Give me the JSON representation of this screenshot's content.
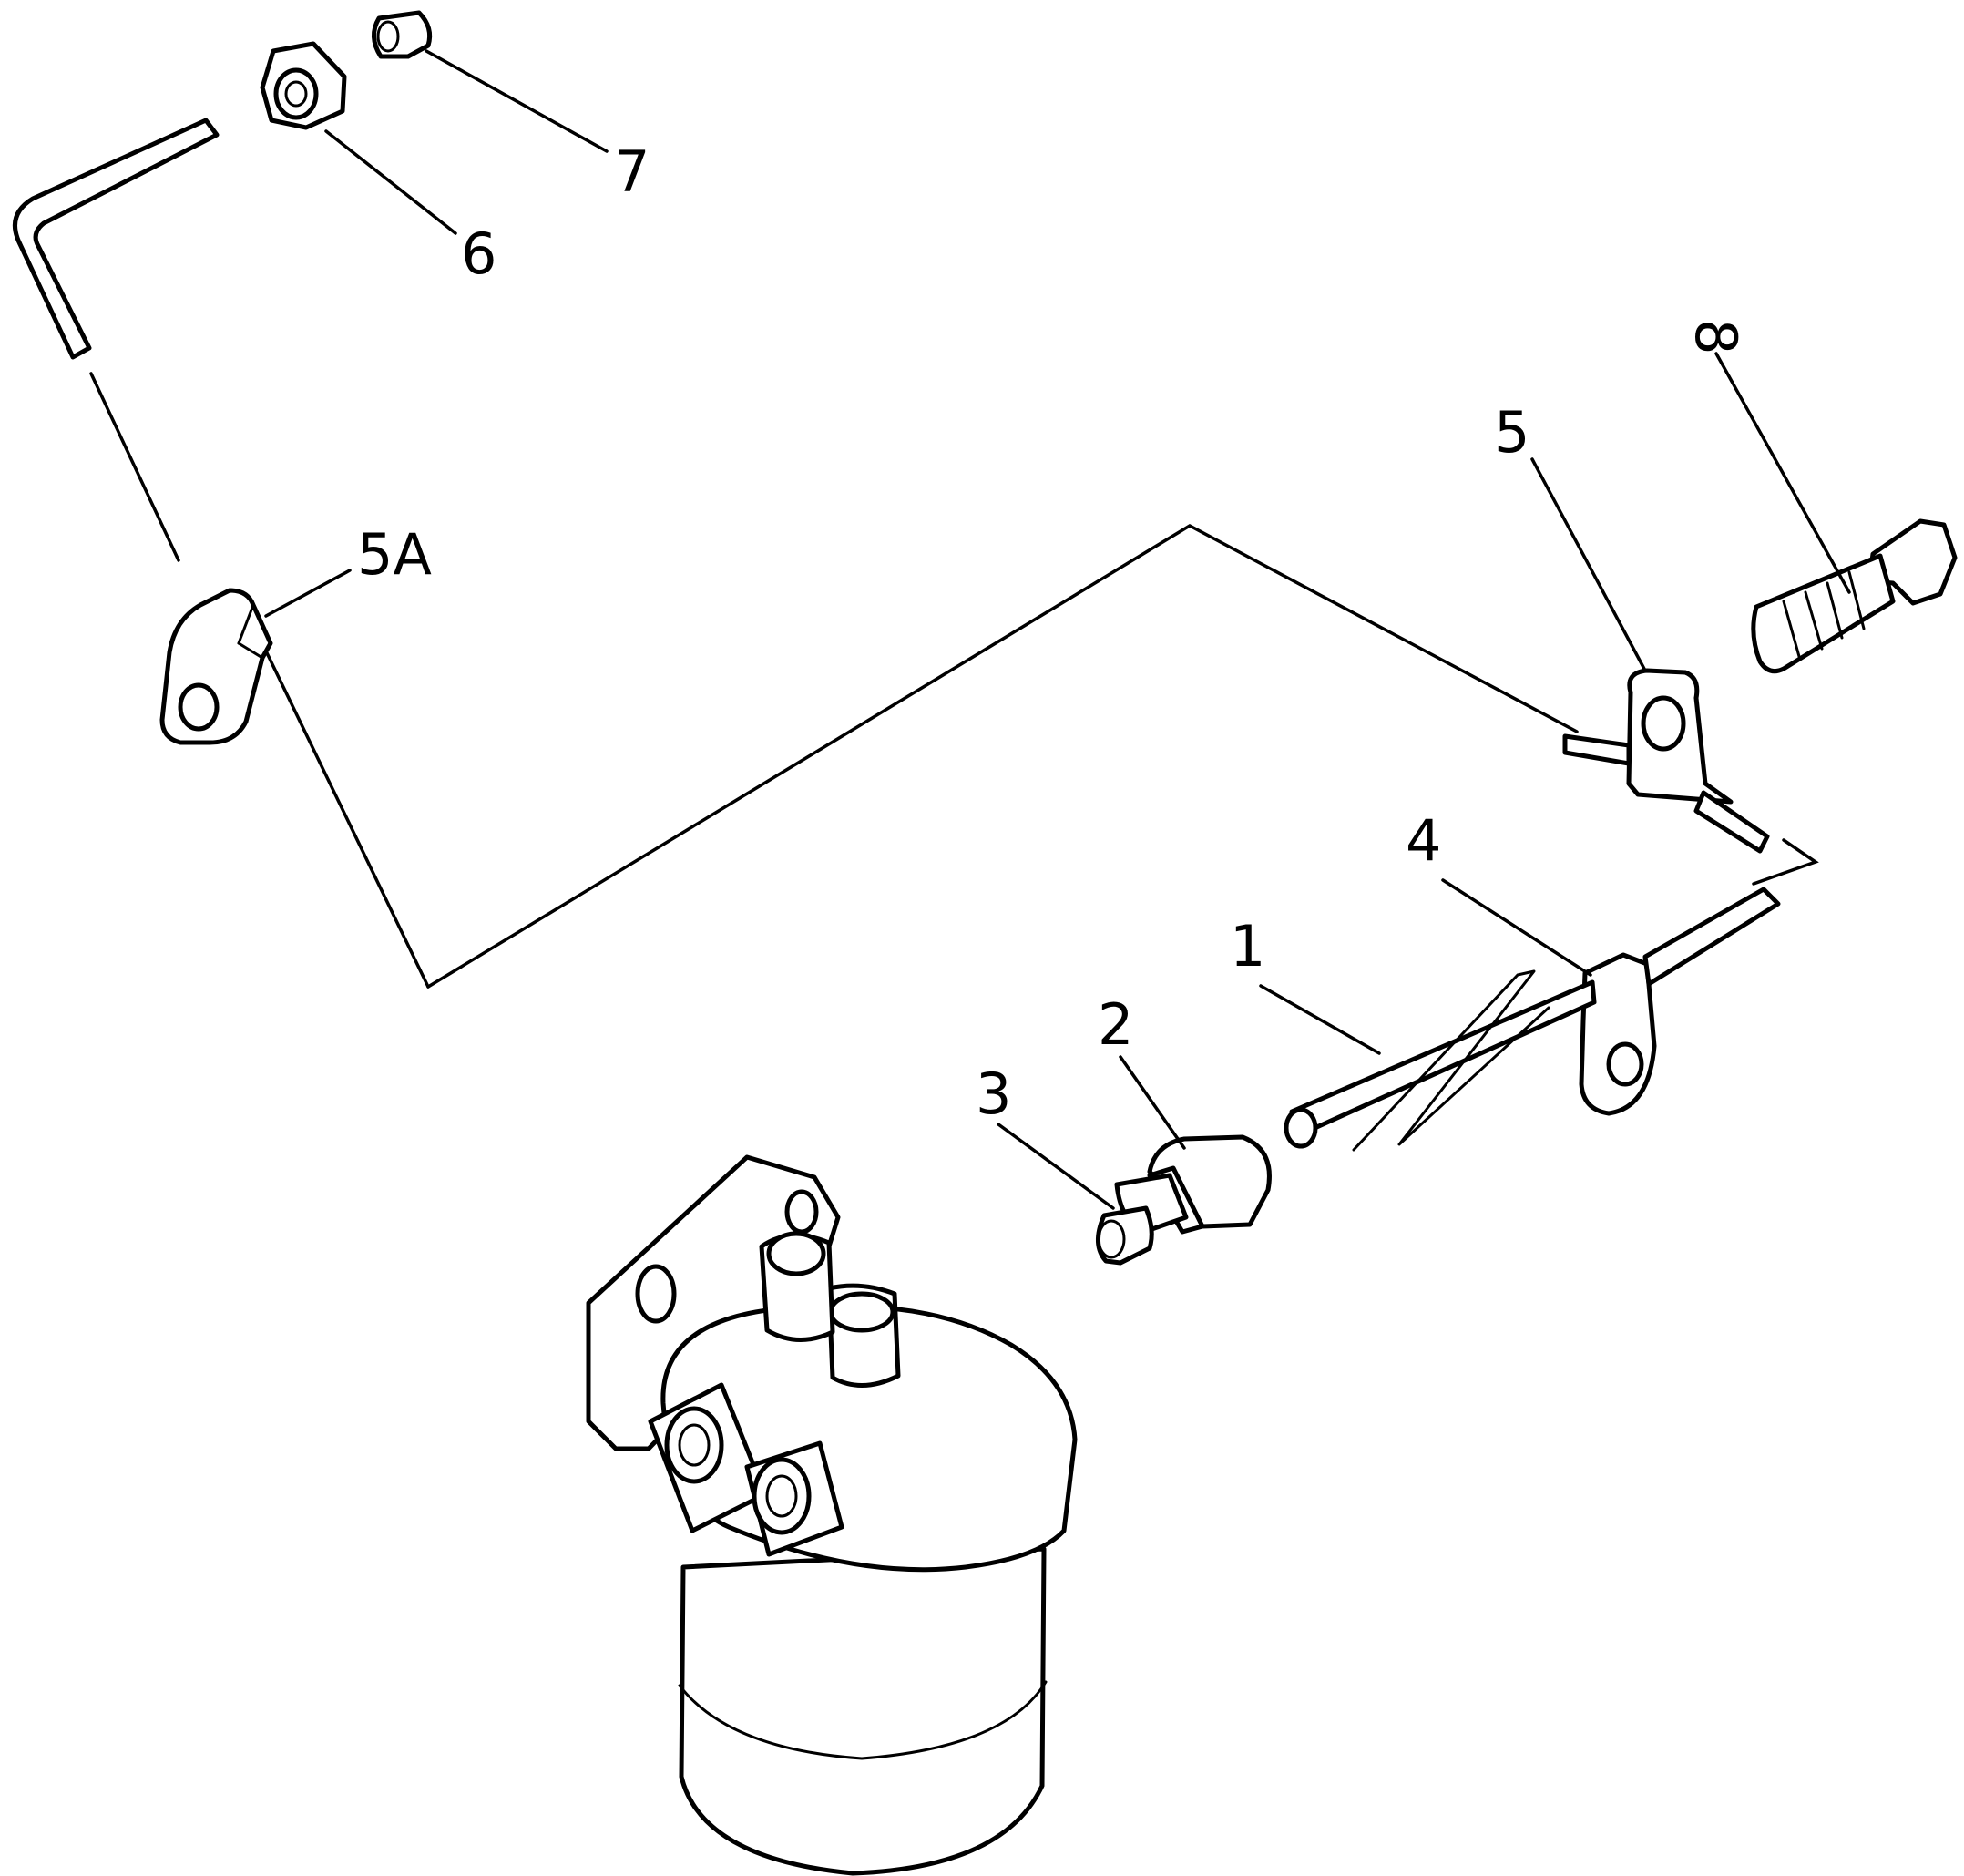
{
  "callouts": {
    "c1": "1",
    "c2": "2",
    "c3": "3",
    "c4": "4",
    "c5": "5",
    "c5a": "5A",
    "c6": "6",
    "c7": "7",
    "c8": "8"
  },
  "colors": {
    "line": "#000000",
    "background": "#ffffff"
  }
}
